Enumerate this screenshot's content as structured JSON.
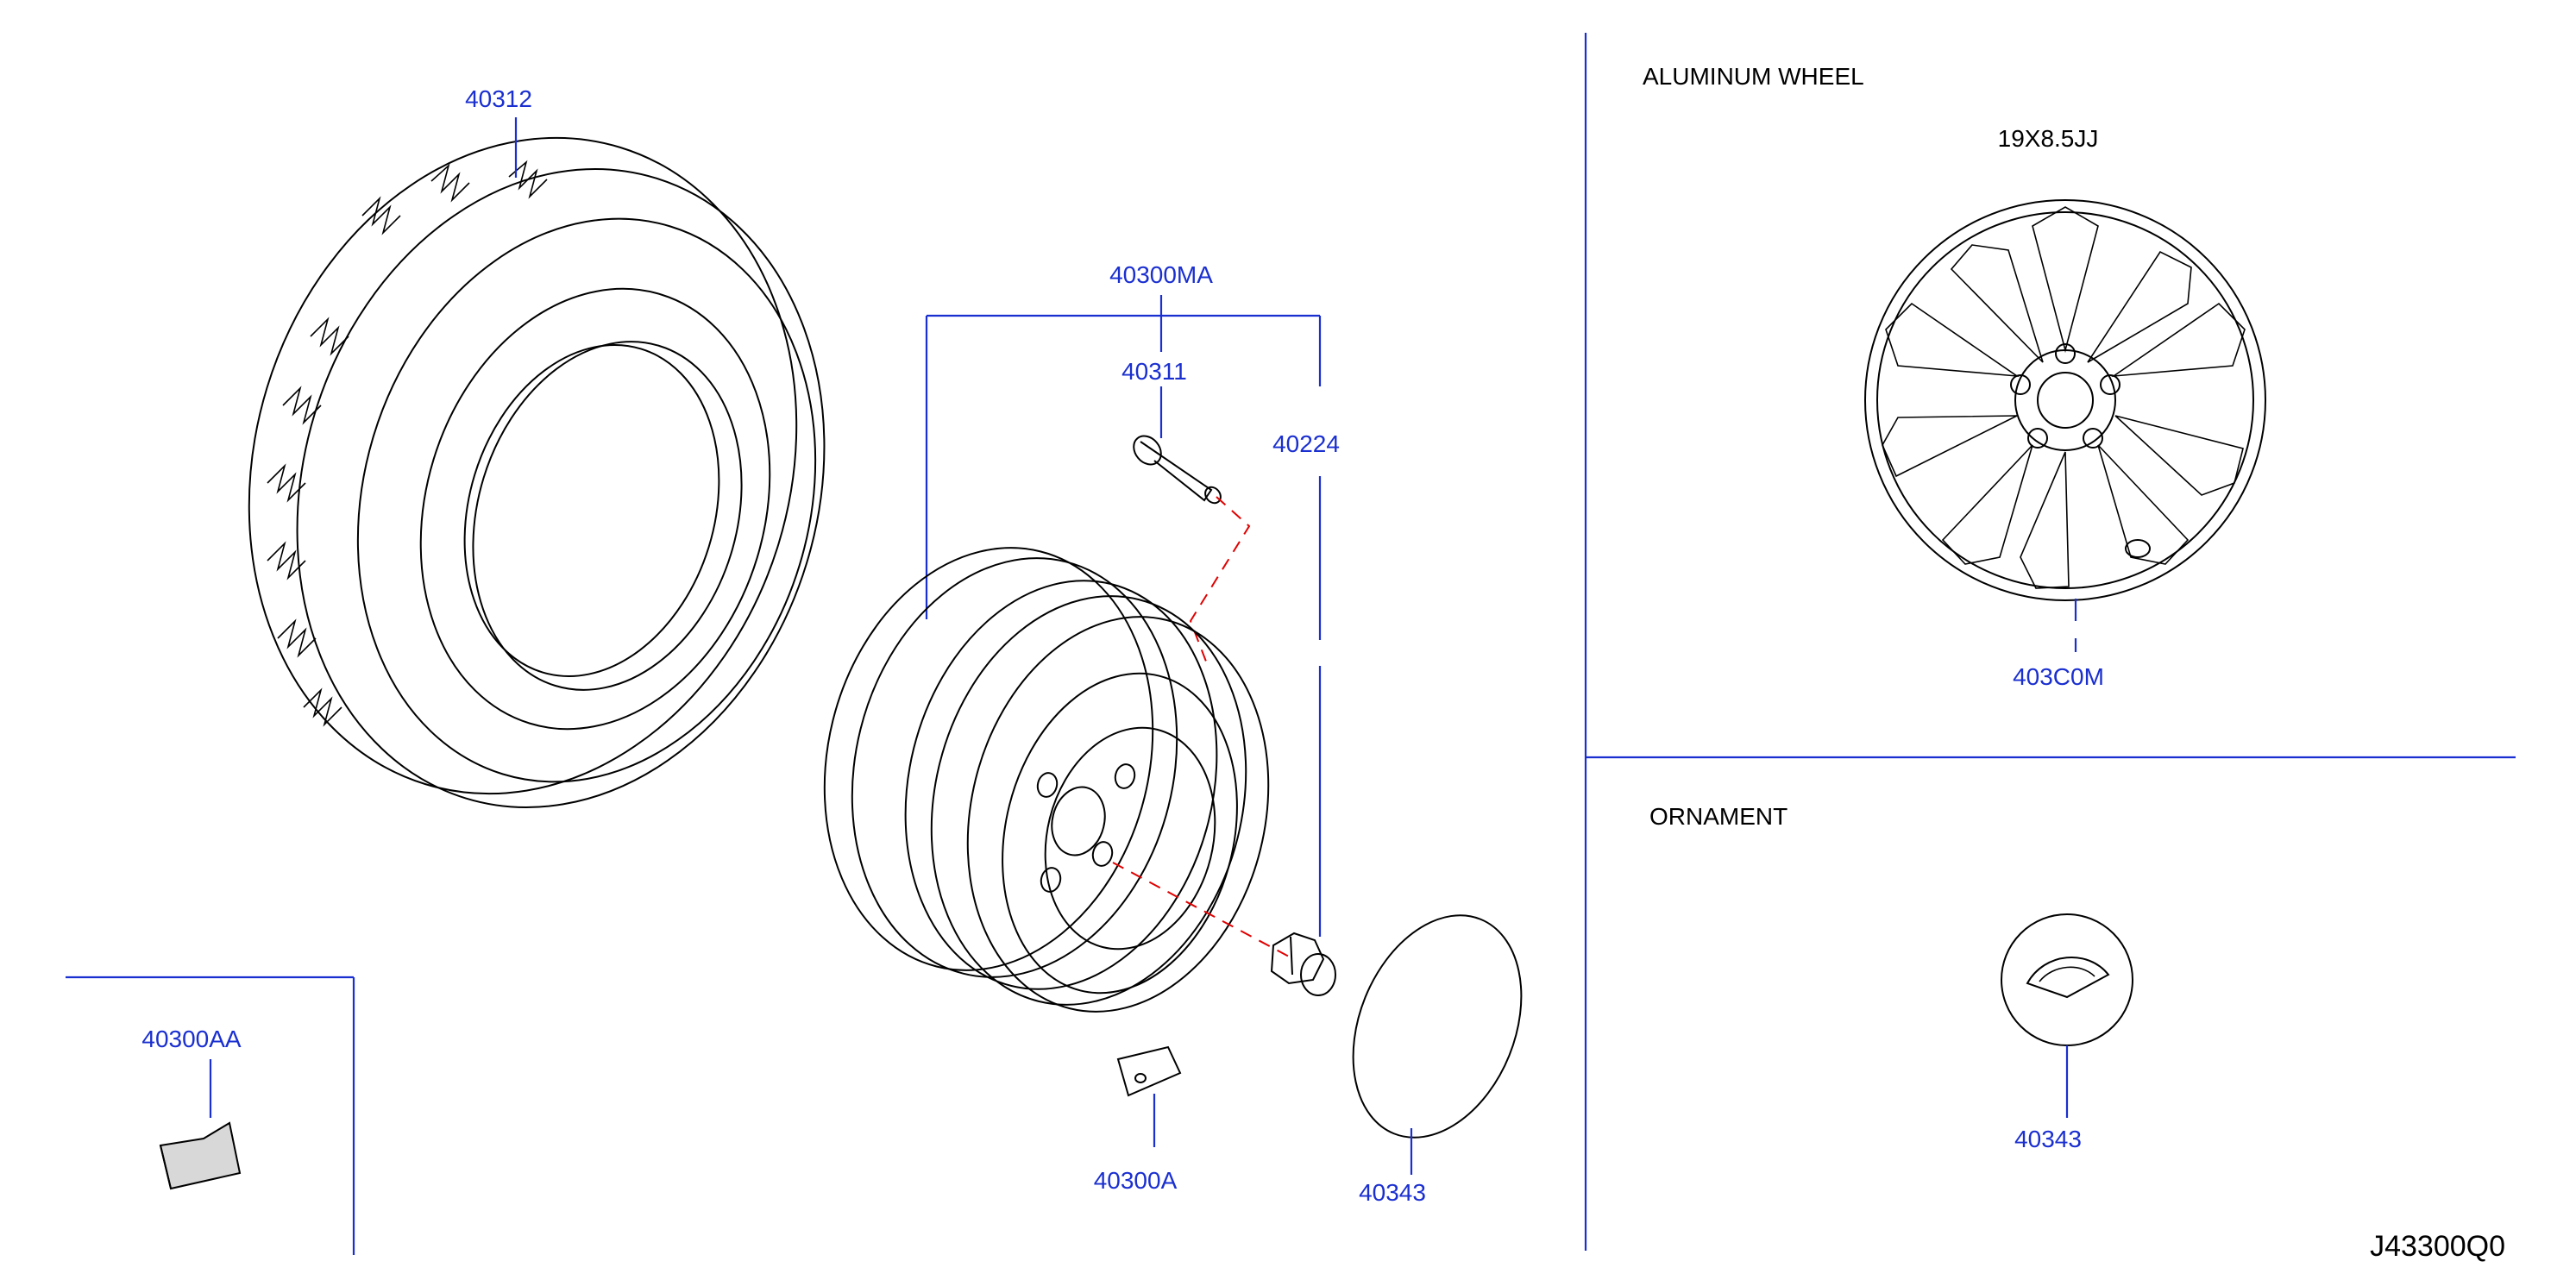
{
  "diagram_code": "J43300Q0",
  "colors": {
    "part_number": "#1a2fd0",
    "line": "#000000",
    "guide": "#e00000"
  },
  "sections": {
    "aluminum_wheel": {
      "title": "ALUMINUM   WHEEL",
      "size": "19X8.5JJ",
      "part": "403C0M"
    },
    "ornament": {
      "title": "ORNAMENT",
      "part": "40343"
    }
  },
  "parts": {
    "tire": "40312",
    "wheel_assy": "40300MA",
    "valve": "40311",
    "nut": "40224",
    "balance_weight_a": "40300A",
    "balance_weight_aa": "40300AA",
    "cap": "40343"
  },
  "icons": [
    "tire-icon",
    "steel-wheel-icon",
    "valve-icon",
    "wheel-nut-icon",
    "center-cap-icon",
    "balance-weight-icon",
    "alloy-wheel-icon",
    "infiniti-ornament-icon"
  ]
}
